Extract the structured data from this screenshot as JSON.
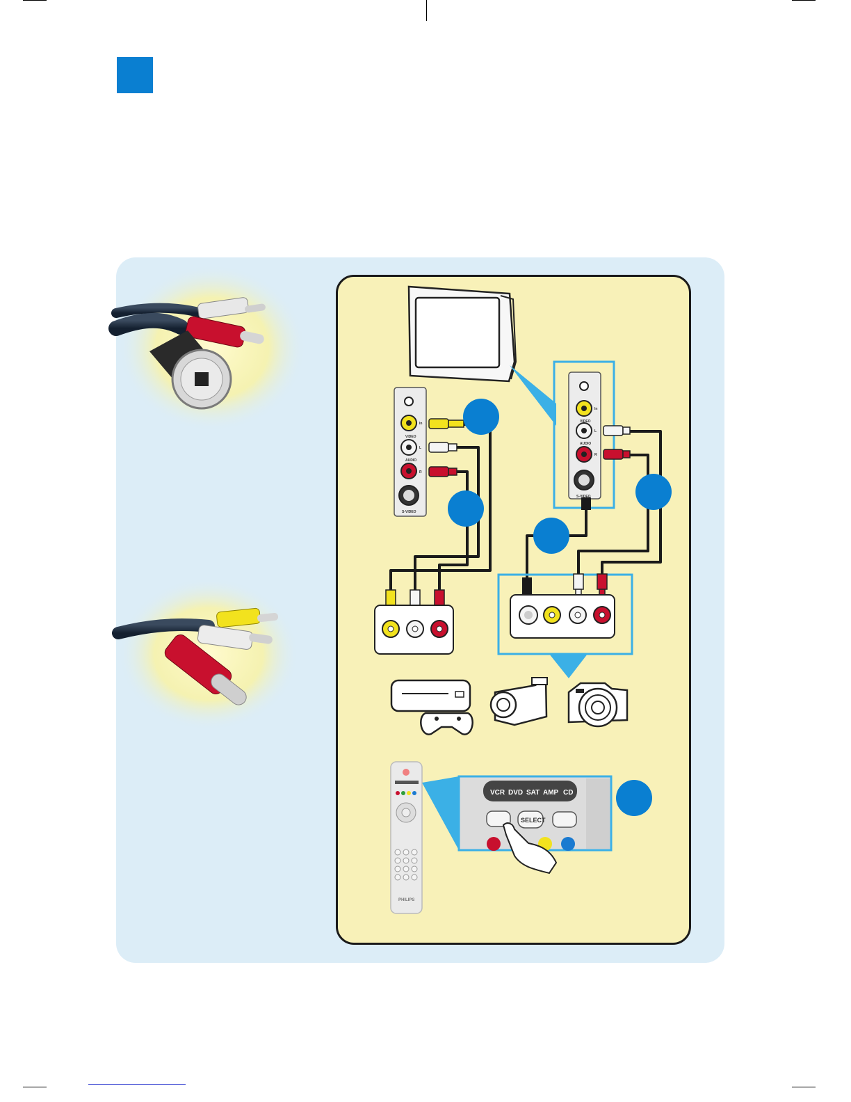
{
  "colors": {
    "accent": "#0a7fd1",
    "panel_bg": "#dcedf7",
    "diagram_bg": "#f8f1b8",
    "cable_yellow": "#f2e21e",
    "cable_red": "#c8102e",
    "cable_white": "#f2f2f2"
  },
  "tv_panel_left": {
    "video_label": "VIDEO",
    "audio_label": "AUDIO",
    "in_label": "In",
    "l_label": "L",
    "r_label": "R",
    "svideo_label": "S-VIDEO"
  },
  "tv_panel_right": {
    "video_label": "VIDEO",
    "audio_label": "AUDIO",
    "in_label": "In",
    "l_label": "L",
    "r_label": "R",
    "svideo_label": "S-VIDEO"
  },
  "remote_zoom": {
    "mode_buttons": [
      "VCR",
      "DVD",
      "SAT",
      "AMP",
      "CD"
    ],
    "select_label": "SELECT"
  },
  "remote": {
    "brand": "PHILIPS"
  },
  "icons": [
    "game-console-icon",
    "camcorder-icon",
    "digital-camera-icon",
    "hand-pointer-icon"
  ]
}
